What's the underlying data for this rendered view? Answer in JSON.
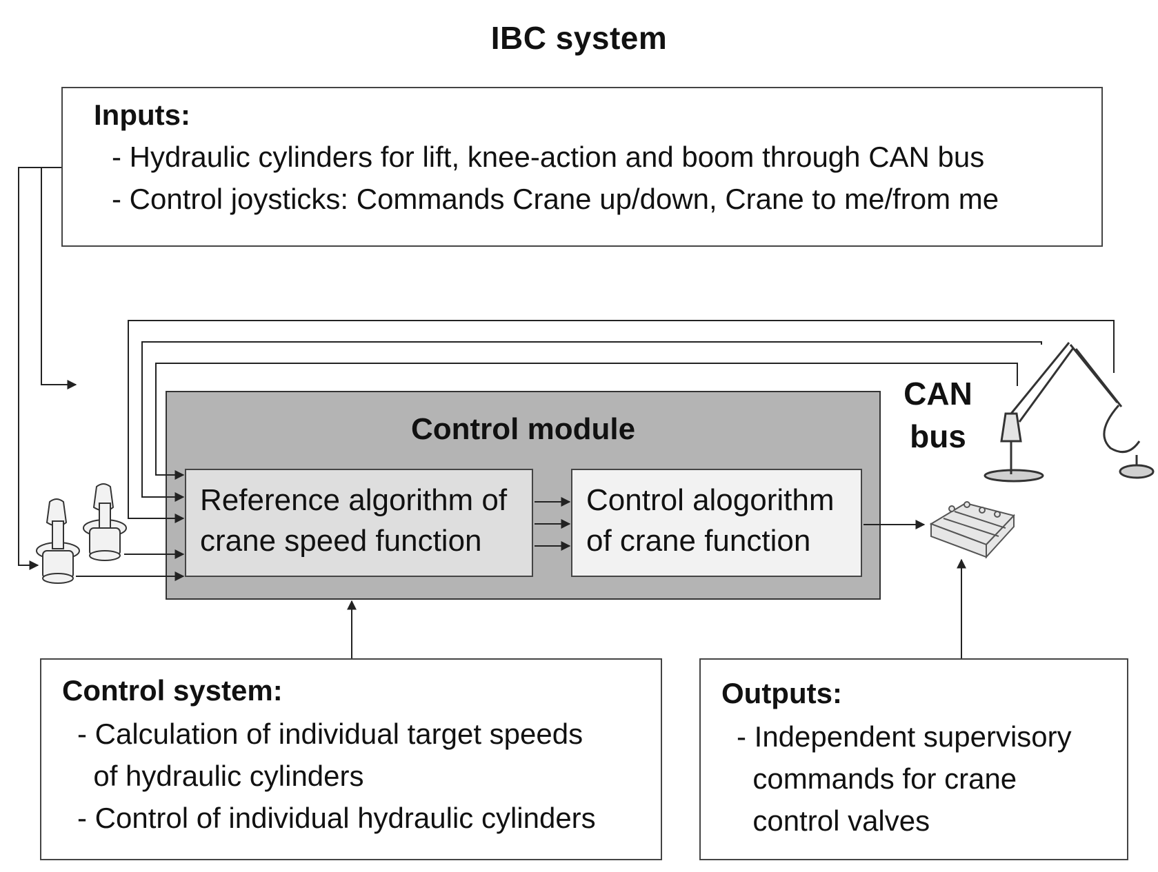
{
  "title": "IBC system",
  "inputs": {
    "heading": "Inputs:",
    "items": [
      "- Hydraulic cylinders for lift, knee-action and boom through CAN bus",
      "- Control joysticks: Commands Crane up/down, Crane to me/from me"
    ]
  },
  "control_module": {
    "label": "Control module",
    "reference_algorithm": "Reference algorithm of\ncrane speed function",
    "control_algorithm": "Control alogorithm\nof crane function"
  },
  "can_bus": {
    "line1": "CAN",
    "line2": "bus"
  },
  "control_system": {
    "heading": "Control system:",
    "items": [
      "- Calculation of individual target speeds\n  of hydraulic cylinders",
      "- Control of individual hydraulic cylinders"
    ]
  },
  "outputs": {
    "heading": "Outputs:",
    "items": [
      "- Independent supervisory\n  commands for crane\n  control valves"
    ]
  },
  "icons": {
    "joystick": "joystick-icon",
    "crane": "crane-icon",
    "valve_block": "valve-block-icon"
  },
  "colors": {
    "module_fill": "#b4b4b4",
    "inner_fill": "#dedede",
    "line": "#222222"
  }
}
